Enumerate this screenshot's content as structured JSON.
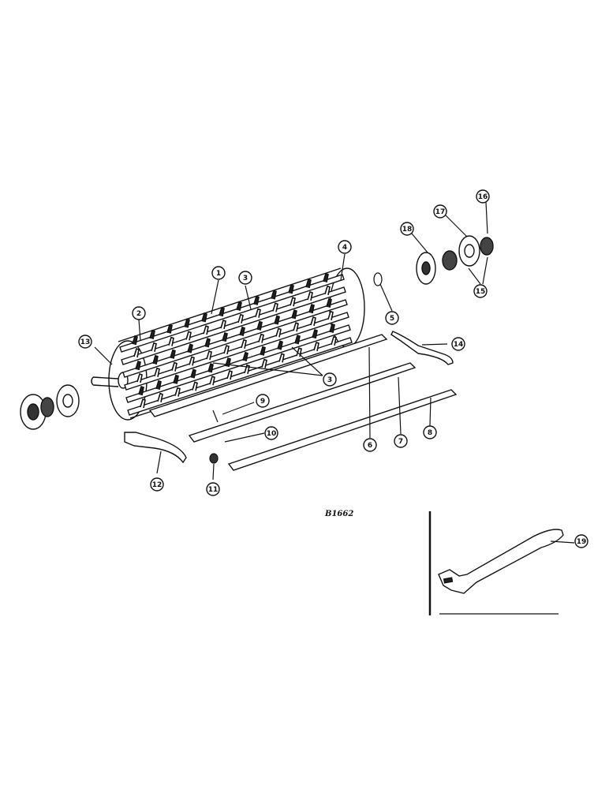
{
  "drawing_code": "B1662",
  "callouts": [
    {
      "id": "c1",
      "label": "1"
    },
    {
      "id": "c2",
      "label": "2"
    },
    {
      "id": "c3a",
      "label": "3"
    },
    {
      "id": "c3b",
      "label": "3"
    },
    {
      "id": "c4",
      "label": "4"
    },
    {
      "id": "c5",
      "label": "5"
    },
    {
      "id": "c6",
      "label": "6"
    },
    {
      "id": "c7",
      "label": "7"
    },
    {
      "id": "c8",
      "label": "8"
    },
    {
      "id": "c9",
      "label": "9"
    },
    {
      "id": "c10",
      "label": "10"
    },
    {
      "id": "c11",
      "label": "11"
    },
    {
      "id": "c12",
      "label": "12"
    },
    {
      "id": "c13",
      "label": "13"
    },
    {
      "id": "c14",
      "label": "14"
    },
    {
      "id": "c15",
      "label": "15"
    },
    {
      "id": "c16",
      "label": "16"
    },
    {
      "id": "c17",
      "label": "17"
    },
    {
      "id": "c18",
      "label": "18"
    },
    {
      "id": "c19",
      "label": "19"
    }
  ]
}
